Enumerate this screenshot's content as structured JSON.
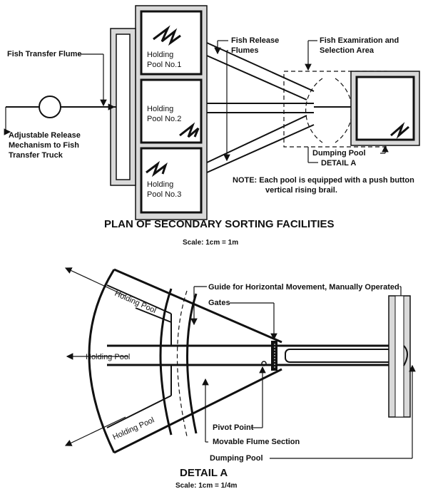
{
  "plan": {
    "fish_transfer_flume": "Fish Transfer Flume",
    "adjustable_release": [
      "Adjustable Release",
      "Mechanism to Fish",
      "Transfer Truck"
    ],
    "pool1": [
      "Holding",
      "Pool No.1"
    ],
    "pool2": [
      "Holding",
      "Pool No.2"
    ],
    "pool3": [
      "Holding",
      "Pool No.3"
    ],
    "fish_release_flumes": [
      "Fish Release",
      "Flumes"
    ],
    "examination_area": [
      "Fish Examiration and",
      "Selection Area"
    ],
    "dumping_pool": "Dumping Pool",
    "detail_a": "DETAIL A",
    "note": [
      "NOTE: Each pool is equipped with a push button",
      "vertical rising brail."
    ],
    "title": "PLAN OF SECONDARY SORTING FACILITIES",
    "scale": "Scale: 1cm = 1m"
  },
  "detail": {
    "holding_pool_top": "Holding Pool",
    "holding_pool_mid": "Holding Pool",
    "holding_pool_bottom": "Holding Pool",
    "guide": "Guide for Horizontal Movement, Manually Operated",
    "gates": "Gates",
    "pivot_point": "Pivot Point",
    "movable_flume": "Movable Flume Section",
    "dumping_pool": "Dumping Pool",
    "title": "DETAIL A",
    "scale": "Scale: 1cm = 1/4m"
  }
}
